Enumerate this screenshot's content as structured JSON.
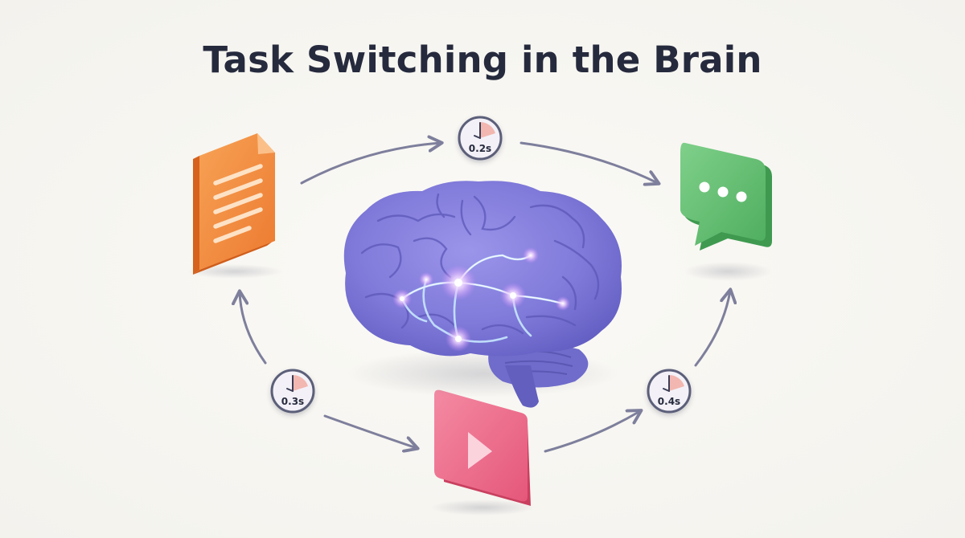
{
  "title": "Task Switching in the Brain",
  "tasks": [
    {
      "name": "document",
      "icon": "document-icon",
      "color": "#f08a3c"
    },
    {
      "name": "chat",
      "icon": "chat-bubble-icon",
      "color": "#5cba6c"
    },
    {
      "name": "video",
      "icon": "play-icon",
      "color": "#ea5f80"
    }
  ],
  "timers": [
    {
      "label": "0.2s",
      "icon": "timer-icon"
    },
    {
      "label": "0.3s",
      "icon": "timer-icon"
    },
    {
      "label": "0.4s",
      "icon": "timer-icon"
    }
  ],
  "center": {
    "icon": "brain-icon",
    "color": "#7c78d6"
  },
  "arrow_color": "#7e7f9c"
}
